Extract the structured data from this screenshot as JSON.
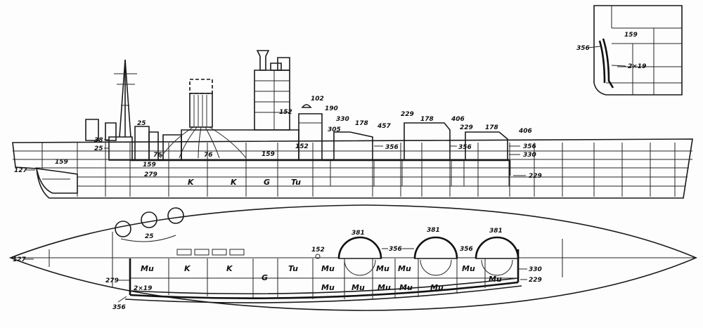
{
  "side_view": {
    "compartments": [
      "K",
      "K",
      "G",
      "Tu"
    ],
    "labels": {
      "a127": "127",
      "a159a": "159",
      "a159b": "159",
      "a159c": "159",
      "a279": "279",
      "a38": "38",
      "a25a": "25",
      "a25b": "25",
      "a76a": "76",
      "a76b": "76",
      "a152a": "152",
      "a152b": "152",
      "a102": "102",
      "a190": "190",
      "a330a": "330",
      "a305": "305",
      "a178a": "178",
      "a457": "457",
      "a229a": "229",
      "a178b": "178",
      "a406a": "406",
      "a229b": "229",
      "a178c": "178",
      "a406b": "406",
      "a356a": "356",
      "a356b": "356",
      "a356c": "356",
      "a330b": "330",
      "a229c": "229"
    }
  },
  "plan_view": {
    "compartments_upper": [
      "Mu",
      "K",
      "K",
      "G",
      "Tu",
      "Mu",
      "Mu",
      "Mu",
      "Mu"
    ],
    "compartments_lower": [
      "Mu",
      "Mu",
      "Mu",
      "Mu",
      "Mu",
      "Mu"
    ],
    "labels": {
      "p25": "25",
      "p152": "152",
      "p381a": "381",
      "p381b": "381",
      "p381c": "381",
      "p356a": "356",
      "p356b": "356",
      "p127": "127",
      "p279": "279",
      "p2x19": "2×19",
      "p356c": "356",
      "p330": "330",
      "p229": "229"
    }
  },
  "inset": {
    "labels": {
      "i356": "356",
      "i159": "159",
      "i2x19": "2×19"
    }
  }
}
